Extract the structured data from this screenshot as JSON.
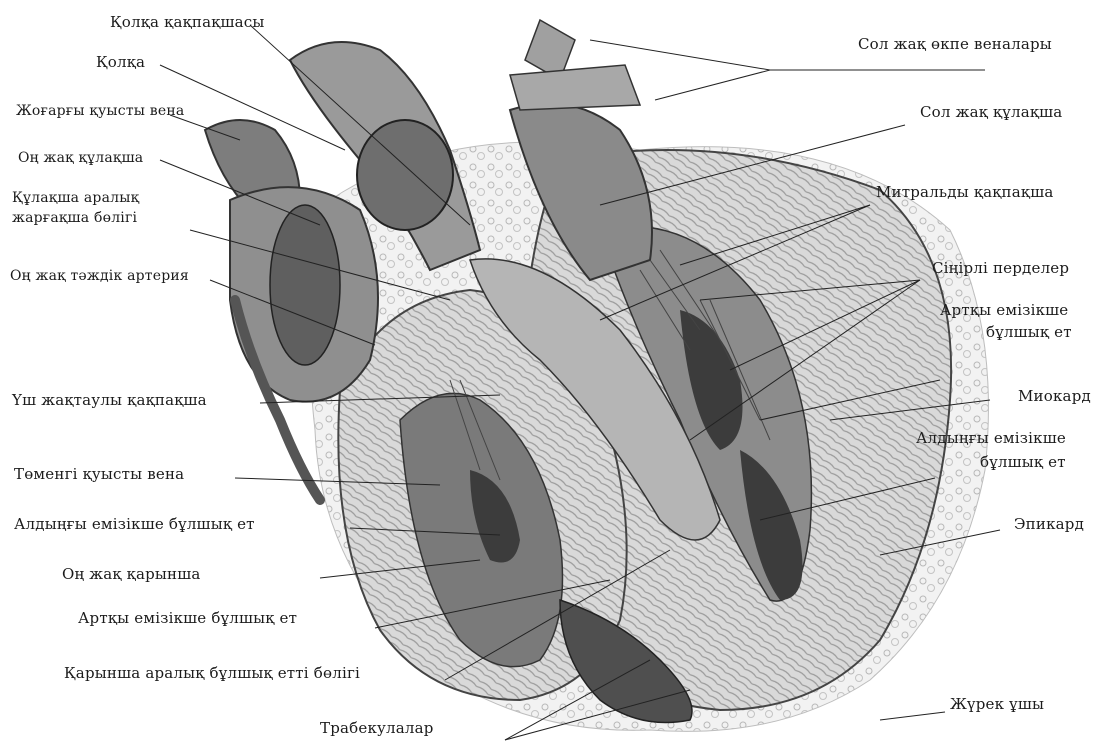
{
  "diagram": {
    "colors": {
      "outline": "#222222",
      "heart_light": "#d6d6d6",
      "heart_mid": "#a8a8a8",
      "heart_dark": "#555555",
      "fat": "#eeeeee"
    },
    "labels_left": [
      "Қолқа қақпақшасы",
      "Қолқа",
      "Жоғарғы қуысты вена",
      "Оң жақ құлақша",
      "Құлақша аралық",
      "жарғақша бөлігі",
      "Оң жақ тәждік артерия",
      "Үш жақтаулы қақпақша",
      "Төменгі қуысты вена",
      "Алдыңғы емізікше бұлшық ет",
      "Оң жақ қарынша",
      "Артқы емізікше бұлшық ет",
      "Қарынша аралық бұлшық етті бөлігі",
      "Трабекулалар"
    ],
    "labels_right": [
      "Сол жақ өкпе веналары",
      "Сол жақ құлақша",
      "Митральды қақпақша",
      "Сіңірлі перделер",
      "Артқы емізікше",
      "бұлшық ет",
      "Миокард",
      "Алдыңғы емізікше",
      "бұлшық ет",
      "Эпикард",
      "Жүрек ұшы"
    ]
  }
}
